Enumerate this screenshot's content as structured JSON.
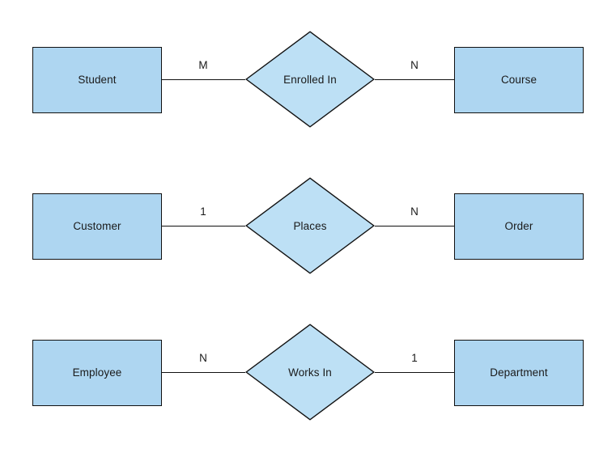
{
  "diagram": {
    "type": "entity-relationship-diagram",
    "background_color": "#ffffff",
    "entity_fill": "#aed6f1",
    "relationship_fill": "#bde0f5",
    "stroke_color": "#111111",
    "rows": [
      {
        "left_entity": "Student",
        "cardinality_left": "M",
        "relationship": "Enrolled In",
        "cardinality_right": "N",
        "right_entity": "Course"
      },
      {
        "left_entity": "Customer",
        "cardinality_left": "1",
        "relationship": "Places",
        "cardinality_right": "N",
        "right_entity": "Order"
      },
      {
        "left_entity": "Employee",
        "cardinality_left": "N",
        "relationship": "Works In",
        "cardinality_right": "1",
        "right_entity": "Department"
      }
    ]
  }
}
